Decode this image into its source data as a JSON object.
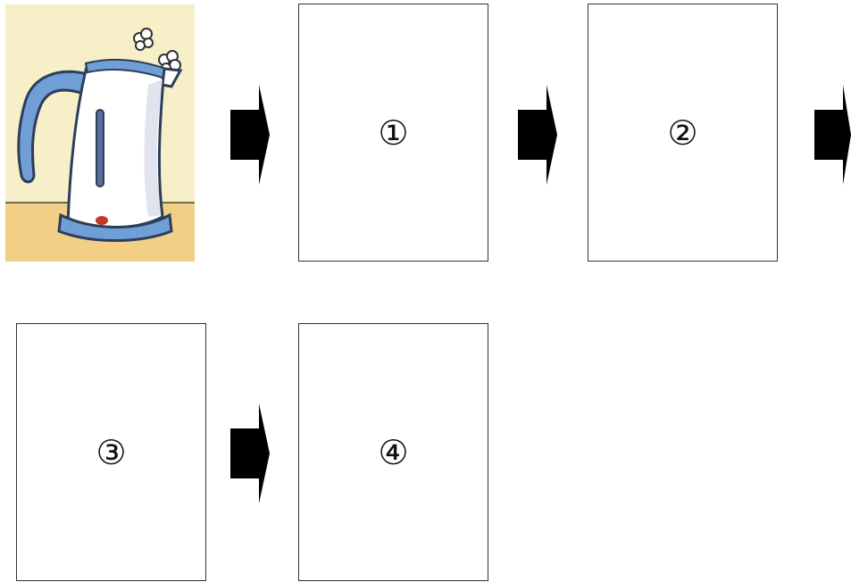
{
  "boxes": {
    "box1": "①",
    "box2": "②",
    "box3": "③",
    "box4": "④"
  },
  "icons": {
    "start_image": "boiling-kettle",
    "connector": "right-arrow"
  },
  "colors": {
    "kettle_body": "#ffffff",
    "kettle_accent": "#6f9fd6",
    "wall": "#f6efc8",
    "table": "#f2cf86",
    "arrow": "#000000"
  }
}
